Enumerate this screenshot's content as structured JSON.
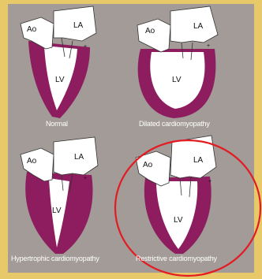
{
  "labels": {
    "aorta": "Ao",
    "left_atrium": "LA",
    "left_ventricle": "LV",
    "mitral_marker": "+"
  },
  "panels": [
    {
      "id": "normal",
      "caption": "Normal"
    },
    {
      "id": "dilated",
      "caption": "Dilated cardiomyopathy"
    },
    {
      "id": "hypertrophic",
      "caption": "Hypertrophic cardiomyopathy"
    },
    {
      "id": "restrictive",
      "caption": "Restrictive cardiomyopathy"
    }
  ],
  "highlight": {
    "panel": "restrictive",
    "color": "#e31b23"
  },
  "colors": {
    "background": "#e7c96a",
    "panel": "#a39b97",
    "myocardium": "#8d1d5e",
    "chamber": "#ffffff"
  }
}
